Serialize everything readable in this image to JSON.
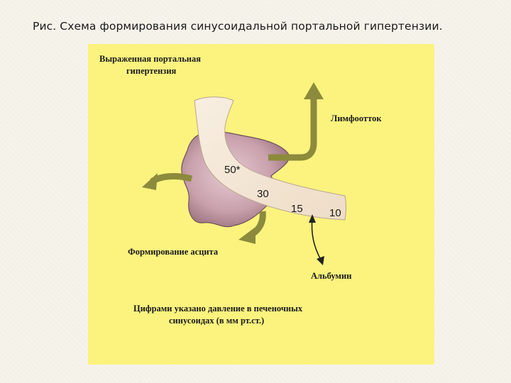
{
  "caption": "Рис. Схема формирования синусоидальной портальной гипертензии.",
  "diagram": {
    "label_portal_line1": "Выраженная портальная",
    "label_portal_line2": "гипертензия",
    "label_lymph": "Лимфоотток",
    "label_ascites": "Формирование асцита",
    "label_albumin": "Альбумин",
    "note_line1": "Цифрами указано давление в печеночных",
    "note_line2": "синусоидах (в мм рт.ст.)",
    "pressure_1": "50*",
    "pressure_2": "30",
    "pressure_3": "15",
    "pressure_4": "10"
  },
  "colors": {
    "panel": "#fbf37e",
    "arrow": "#8c8a3c",
    "liver": "#c9a1ad",
    "sinusoid": "#f5e8d8"
  }
}
